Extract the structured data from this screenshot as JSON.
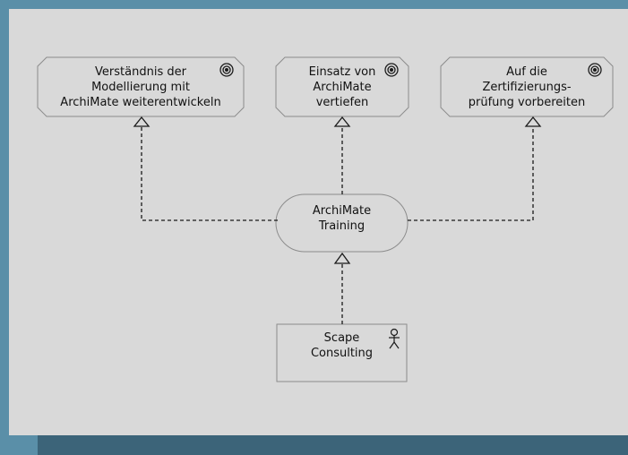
{
  "diagram": {
    "goals": [
      {
        "label": "Verständnis der\nModellierung mit\nArchiMate weiterentwickeln",
        "icon": "goal-target-icon"
      },
      {
        "label": "Einsatz von\nArchiMate\nvertiefen",
        "icon": "goal-target-icon"
      },
      {
        "label": "Auf die\nZertifizierungs-\nprüfung vorbereiten",
        "icon": "goal-target-icon"
      }
    ],
    "service": {
      "label": "ArchiMate\nTraining"
    },
    "actor": {
      "label": "Scape\nConsulting",
      "icon": "actor-stick-figure-icon"
    },
    "relations": [
      {
        "from": "service",
        "to": "goal-1",
        "type": "realization"
      },
      {
        "from": "service",
        "to": "goal-2",
        "type": "realization"
      },
      {
        "from": "service",
        "to": "goal-3",
        "type": "realization"
      },
      {
        "from": "actor",
        "to": "service",
        "type": "realization"
      }
    ]
  },
  "colors": {
    "outer_frame": "#5a8fa8",
    "bottom_bar": "#3c6479",
    "canvas": "#d9d9d9",
    "node_fill": "#d9d9d9",
    "node_stroke": "#8c8c8c",
    "connector": "#1a1a1a"
  }
}
